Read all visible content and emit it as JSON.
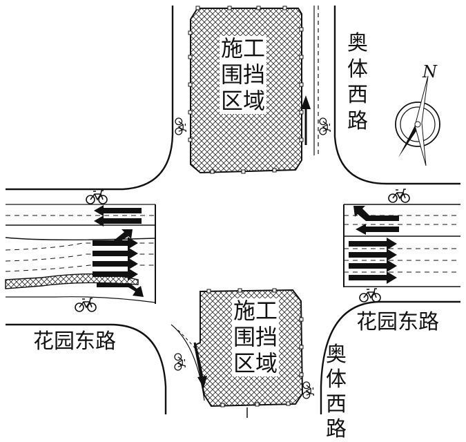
{
  "roads": {
    "north_south": "奥体西路",
    "east_west": "花园东路"
  },
  "zones": {
    "north": {
      "line1": "施工",
      "line2": "围挡",
      "line3": "区域"
    },
    "south": {
      "line1": "施工",
      "line2": "围挡",
      "line3": "区域"
    }
  },
  "compass": {
    "north_letter": "N"
  },
  "colors": {
    "ink": "#111111",
    "background": "#ffffff"
  },
  "icons": [
    "bicycle-icon",
    "compass-icon",
    "lane-arrow-icon"
  ]
}
